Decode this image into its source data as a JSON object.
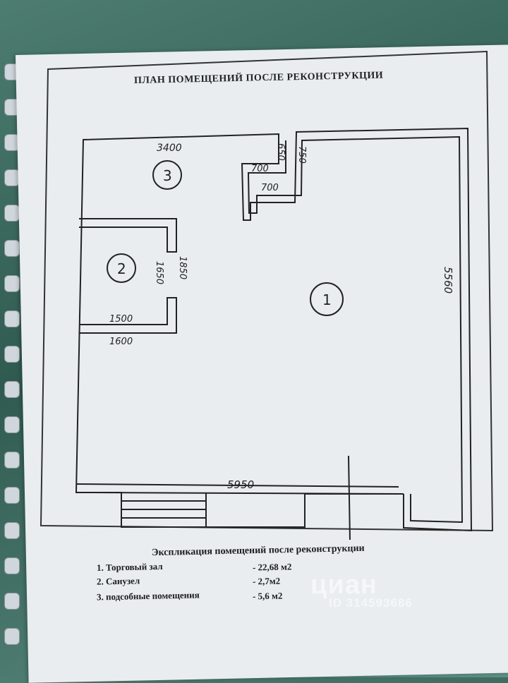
{
  "plan_title": "ПЛАН ПОМЕЩЕНИЙ  ПОСЛЕ  РЕКОНСТРУКЦИИ",
  "room_labels": [
    "1",
    "2",
    "3"
  ],
  "dimensions": {
    "top_left_width": "3400",
    "top_notch_small": "650",
    "top_notch_large": "750",
    "notch_step_upper": "700",
    "notch_step_lower": "700",
    "right_height": "5560",
    "bath_inner_height": "1650",
    "bath_outer_height": "1850",
    "bath_inner_width": "1500",
    "bath_outer_width": "1600",
    "bottom_width": "5950"
  },
  "explication": {
    "title": "Экспликация помещений после реконструкции",
    "rows": [
      {
        "name": "1. Торговый  зал",
        "area": "- 22,68 м2"
      },
      {
        "name": "2.  Санузел",
        "area": "- 2,7м2"
      },
      {
        "name": "3.  подсобные помещения",
        "area": "- 5,6 м2"
      }
    ]
  },
  "watermark": {
    "logo": "циан",
    "id": "ID 314593686"
  }
}
